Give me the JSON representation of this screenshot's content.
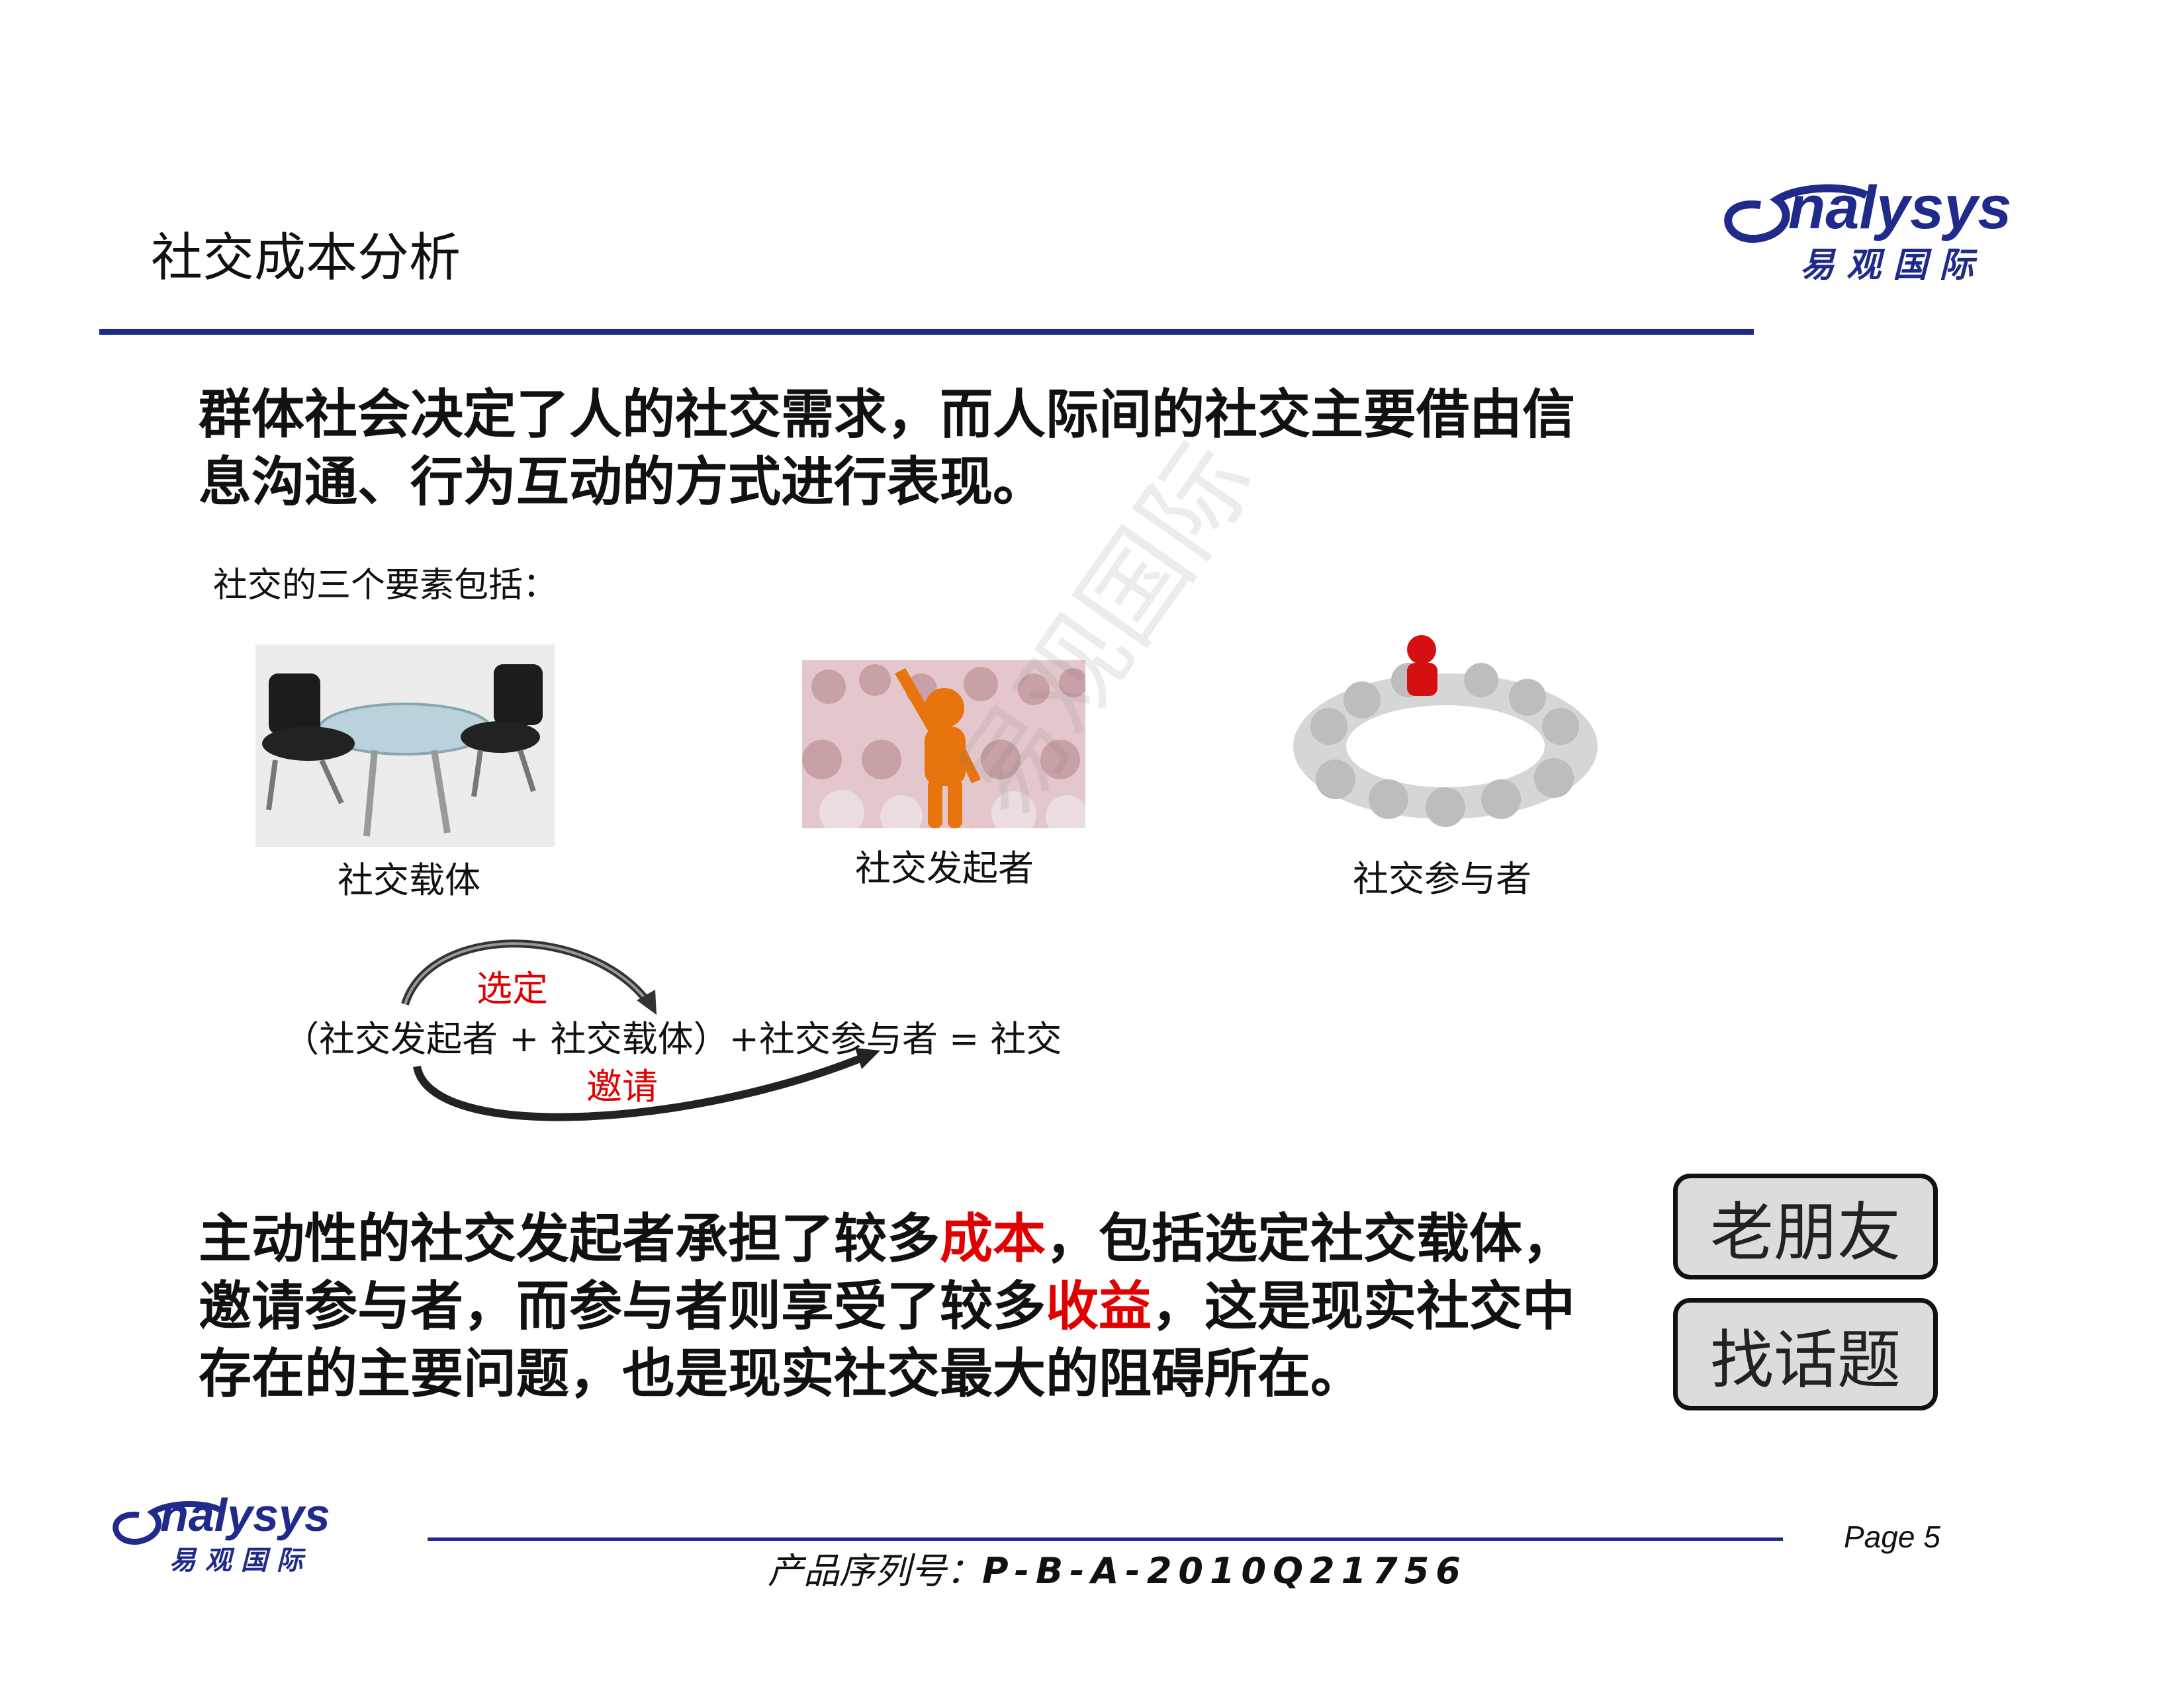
{
  "header": {
    "title": "社交成本分析",
    "logo_text": "nalysys",
    "logo_cn": "易 观 国 际"
  },
  "intro": {
    "line1": "群体社会决定了人的社交需求，而人际间的社交主要借由信",
    "line2": "息沟通、行为互动的方式进行表现。"
  },
  "elements": {
    "heading": "社交的三个要素包括：",
    "items": [
      {
        "label": "社交载体",
        "icon": "table-chairs-image"
      },
      {
        "label": "社交发起者",
        "icon": "crowd-initiator-image"
      },
      {
        "label": "社交参与者",
        "icon": "circle-participants-image"
      }
    ]
  },
  "formula": {
    "text": "（社交发起者 +    社交载体）+社交参与者  =    社交",
    "select_label": "选定",
    "invite_label": "邀请"
  },
  "summary": {
    "line1_a": "主动性的社交发起者承担了较多",
    "line1_red": "成本",
    "line1_b": "，包括选定社交载体，",
    "line2_a": "邀请参与者，而参与者则享受了较多",
    "line2_red": "收益",
    "line2_b": "，这是现实社交中",
    "line3": "存在的主要问题，也是现实社交最大的阻碍所在。"
  },
  "buttons": {
    "old_friend": "老朋友",
    "find_topic": "找话题"
  },
  "footer": {
    "serial_label": "产品序列号：",
    "serial_value": "P-B-A-2010Q21756",
    "page": "Page 5",
    "logo_text": "nalysys",
    "logo_cn": "易 观 国 际"
  },
  "watermark": "易观国际",
  "colors": {
    "brand_blue": "#1f2a8a",
    "highlight_red": "#e00000"
  }
}
